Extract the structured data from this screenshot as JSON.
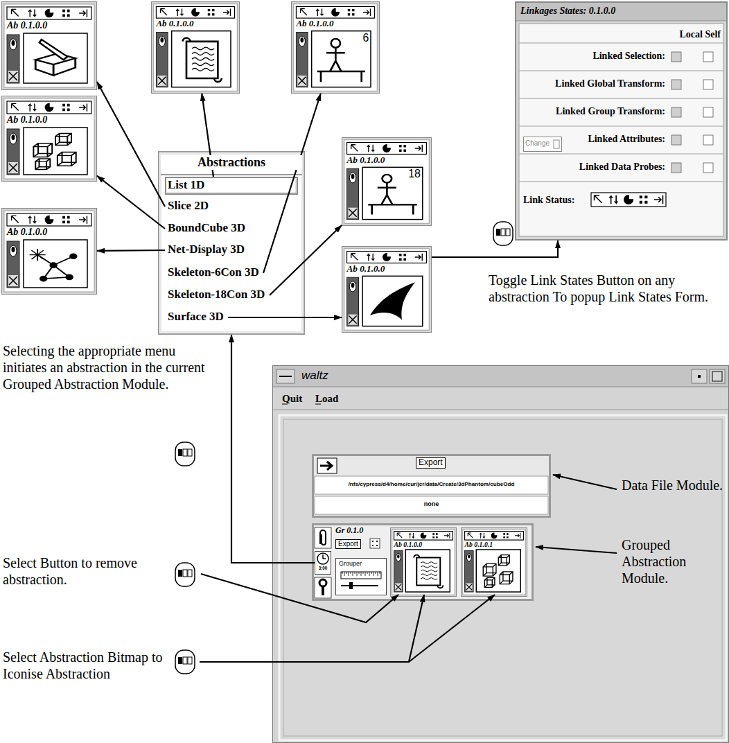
{
  "diagram": {
    "nodes": [
      {
        "text": [
          "Ab 0.1.0.0"
        ]
      },
      {
        "text": [
          "Ab 0.1.0.0"
        ]
      },
      {
        "text": [
          "Ab 0.1.0.0",
          "6"
        ]
      },
      {
        "text": [
          "Linkages States: 0.1.0.0",
          "Local Self",
          "Linked Selection:",
          "Linked Global Transform:",
          "Linked Group Transform:",
          "Linked Attributes:",
          "Linked Data Probes:",
          "Link Status:"
        ]
      },
      {
        "text": [
          "Change"
        ],
        "in": 3
      },
      {
        "text": [
          "Ab 0.1.0.0"
        ]
      },
      {
        "text": [
          "Abstractions"
        ]
      },
      {
        "text": [
          "List 1D"
        ],
        "in": 6
      },
      {
        "text": [
          "Slice 2D"
        ],
        "in": 6
      },
      {
        "text": [
          "BoundCube 3D"
        ],
        "in": 6
      },
      {
        "text": [
          "Net-Display 3D"
        ],
        "in": 6
      },
      {
        "text": [
          "Skeleton-6Con 3D"
        ],
        "in": 6
      },
      {
        "text": [
          "Skeleton-18Con 3D"
        ],
        "in": 6
      },
      {
        "text": [
          "Surface 3D"
        ],
        "in": 6
      },
      {
        "text": [
          "Ab 0.1.0.0",
          "18"
        ]
      },
      {
        "text": [
          "Ab 0.1.0.0"
        ]
      },
      {
        "text": [
          "Ab 0.1.0.0"
        ]
      },
      {
        "text": [
          "waltz",
          "Quit",
          "Load"
        ]
      },
      {
        "text": [
          "Export",
          "/nfs/cypress/d4/home/cur/jcr/data/Create/3dPhantom/cubeOdd",
          "none"
        ],
        "in": 17
      },
      {
        "text": [
          "Gr 0.1.0",
          "Export"
        ],
        "in": 17
      },
      {
        "text": [
          "3:00"
        ],
        "in": 19
      },
      {
        "text": [
          "Grouper"
        ],
        "in": 19
      },
      {
        "text": [
          "Ab 0.1.0.0"
        ],
        "in": 19
      },
      {
        "text": [
          "Ab 0.1.0.1"
        ],
        "in": 19
      }
    ],
    "edges": [
      {
        "from": 7,
        "to": 1,
        "arrow": "to"
      },
      {
        "from": 8,
        "to": 0,
        "arrow": "to"
      },
      {
        "from": 9,
        "to": 5,
        "arrow": "to"
      },
      {
        "from": 10,
        "to": 15,
        "arrow": "to"
      },
      {
        "from": 11,
        "to": 2,
        "arrow": "to"
      },
      {
        "from": 12,
        "to": 14,
        "arrow": "to"
      },
      {
        "from": 13,
        "to": 16,
        "arrow": "to"
      },
      {
        "from": 16,
        "to": 3,
        "arrow": "to"
      },
      {
        "from": 20,
        "to": 6,
        "arrow": "to"
      }
    ],
    "labels": [
      "Toggle Link States Button on any abstraction To popup Link States Form.",
      "Selecting the appropriate menu initiates an abstraction in the current Grouped Abstraction Module.",
      "Select Button to remove abstraction.",
      "Select Abstraction Bitmap to Iconise Abstraction",
      "Data File Module.",
      "Grouped Abstraction Module."
    ]
  }
}
